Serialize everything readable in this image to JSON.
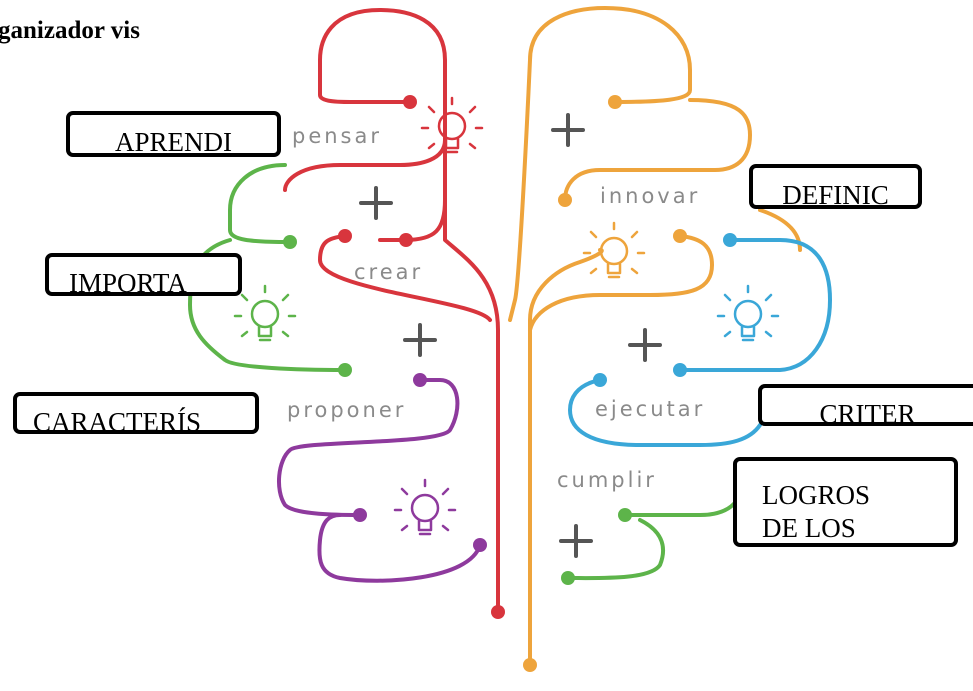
{
  "title": "ganizador vis",
  "brain_words": {
    "pensar": "pensar",
    "crear": "crear",
    "proponer": "proponer",
    "innovar": "innovar",
    "ejecutar": "ejecutar",
    "cumplir": "cumplir"
  },
  "plus_sign": "+",
  "boxes": {
    "aprendi": "APRENDI",
    "importa": "IMPORTA",
    "caracteris": "CARACTERÍS",
    "definic": "DEFINIC",
    "criter": "CRITER",
    "logros_line1": "LOGROS",
    "logros_line2": "DE LOS"
  },
  "colors": {
    "red": "#d8353d",
    "green": "#5db44a",
    "purple": "#8e3a9d",
    "orange": "#eea43c",
    "blue": "#3aa7d8",
    "grey_text": "#8a8a8a"
  },
  "icons": [
    "lightbulb-icon",
    "plus-icon"
  ]
}
